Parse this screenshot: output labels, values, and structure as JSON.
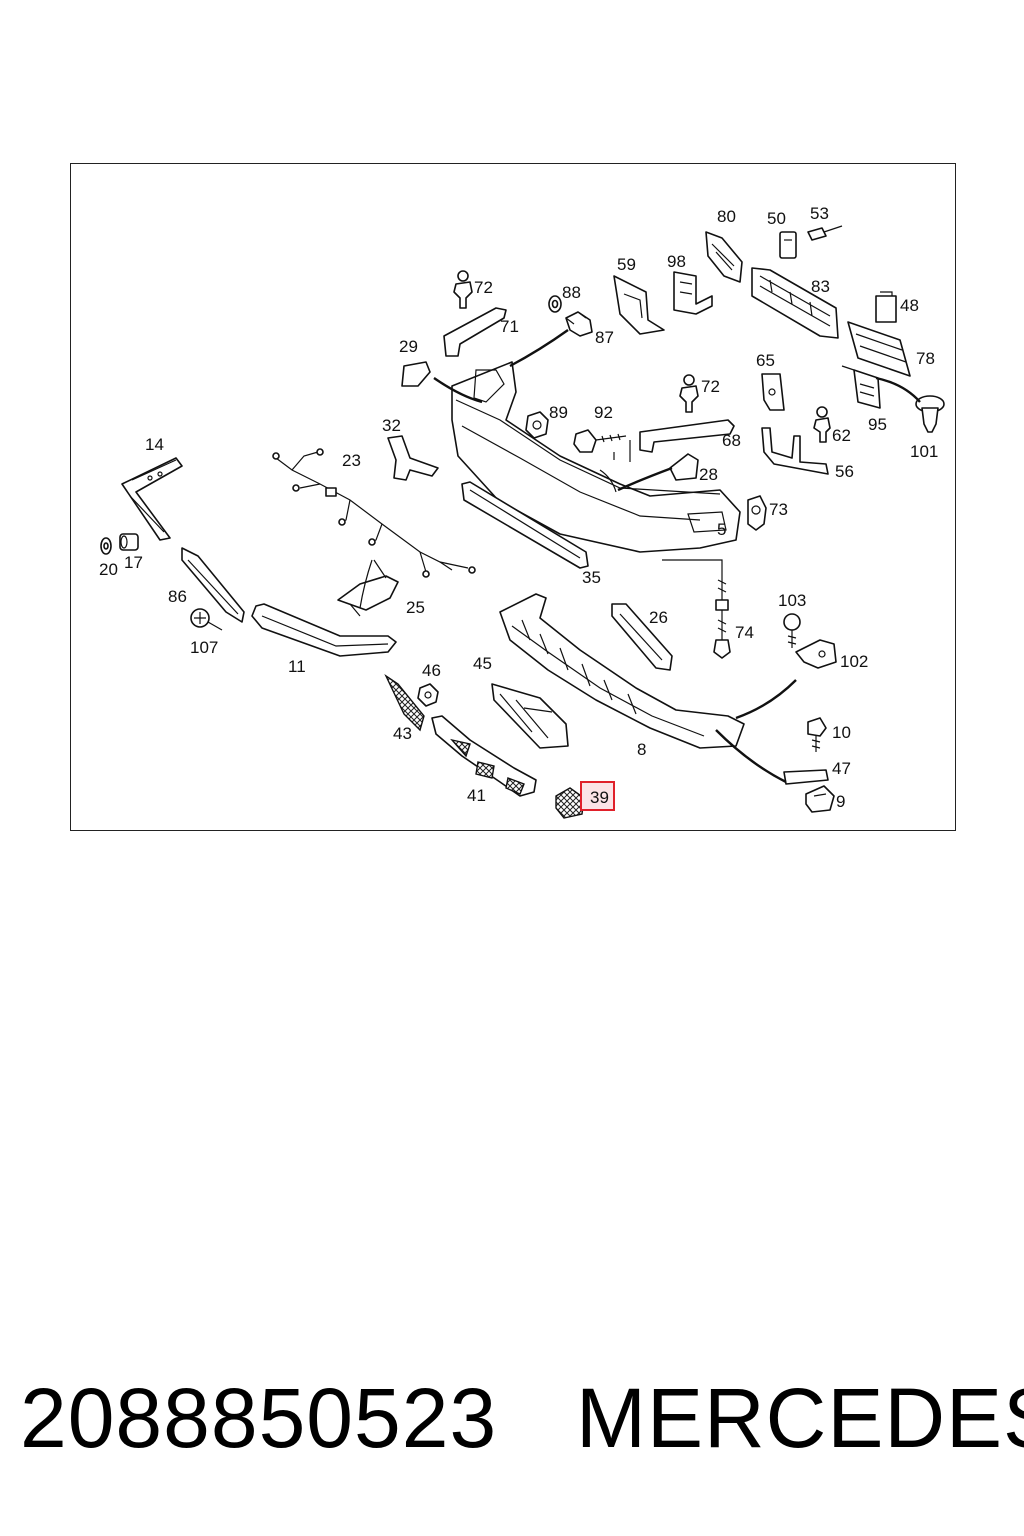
{
  "diagram": {
    "labels": {
      "p80": "80",
      "p50": "50",
      "p53": "53",
      "p59": "59",
      "p98": "98",
      "p83": "83",
      "p48": "48",
      "p72a": "72",
      "p88": "88",
      "p87": "87",
      "p71": "71",
      "p29": "29",
      "p78": "78",
      "p65": "65",
      "p72b": "72",
      "p89": "89",
      "p92": "92",
      "p62": "62",
      "p95": "95",
      "p101": "101",
      "p32": "32",
      "p68": "68",
      "p14": "14",
      "p23": "23",
      "p28": "28",
      "p56": "56",
      "p73": "73",
      "p5": "5",
      "p20": "20",
      "p17": "17",
      "p35": "35",
      "p86": "86",
      "p25": "25",
      "p26": "26",
      "p103": "103",
      "p74": "74",
      "p107": "107",
      "p11": "11",
      "p46": "46",
      "p45": "45",
      "p102": "102",
      "p10": "10",
      "p43": "43",
      "p8": "8",
      "p47": "47",
      "p41": "41",
      "p39": "39",
      "p9": "9"
    },
    "highlight": {
      "label": "39",
      "color": "#e0202a",
      "fill": "#fbe3e6"
    }
  },
  "caption": {
    "part_number": "2088850523",
    "brand": "MERCEDES"
  }
}
